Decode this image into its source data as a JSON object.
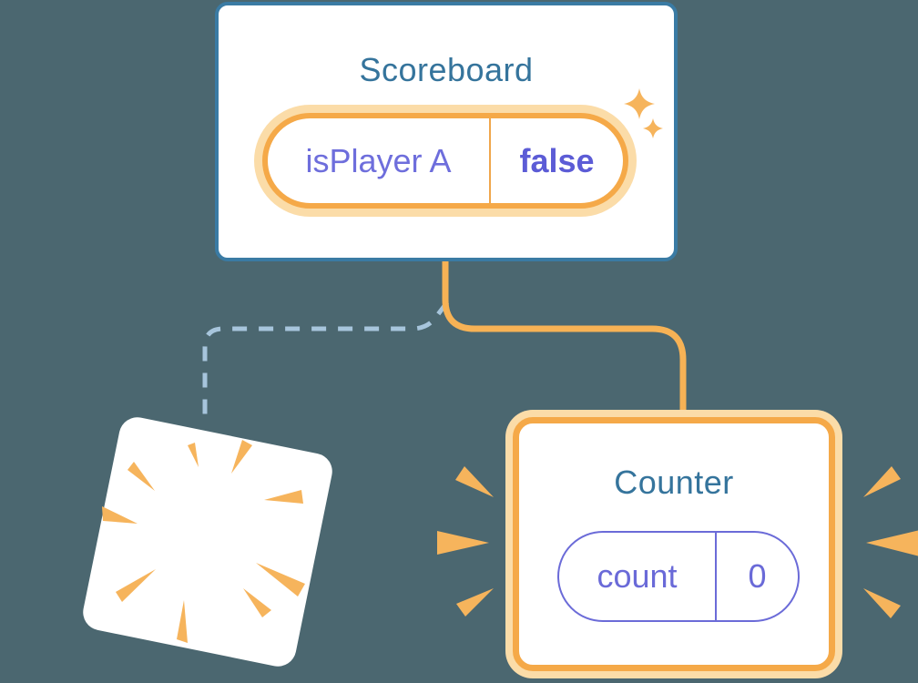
{
  "scoreboard": {
    "title": "Scoreboard",
    "state_key": "isPlayer A",
    "state_value": "false"
  },
  "counter": {
    "title": "Counter",
    "state_key": "count",
    "state_value": "0"
  },
  "colors": {
    "background": "#4B6770",
    "card_fill": "#FFFFFF",
    "blue_card_border": "#3A7BA4",
    "title_text": "#35749C",
    "state_ring_orange": "#F5A948",
    "state_ring_halo": "#FBDCA8",
    "connector_solid_orange": "#F7B255",
    "connector_dashed_blue": "#A7C5DC",
    "state_name_purple": "#6E6EDC",
    "state_value_purple": "#5C5CD6",
    "counter_pill_purple": "#6B6BD8",
    "spark_orange": "#F6B45C"
  },
  "icons": {
    "sparkles": "sparkles-icon",
    "emphasis_rays": "emphasis-rays-icon",
    "explosion": "explosion-burst-icon"
  }
}
